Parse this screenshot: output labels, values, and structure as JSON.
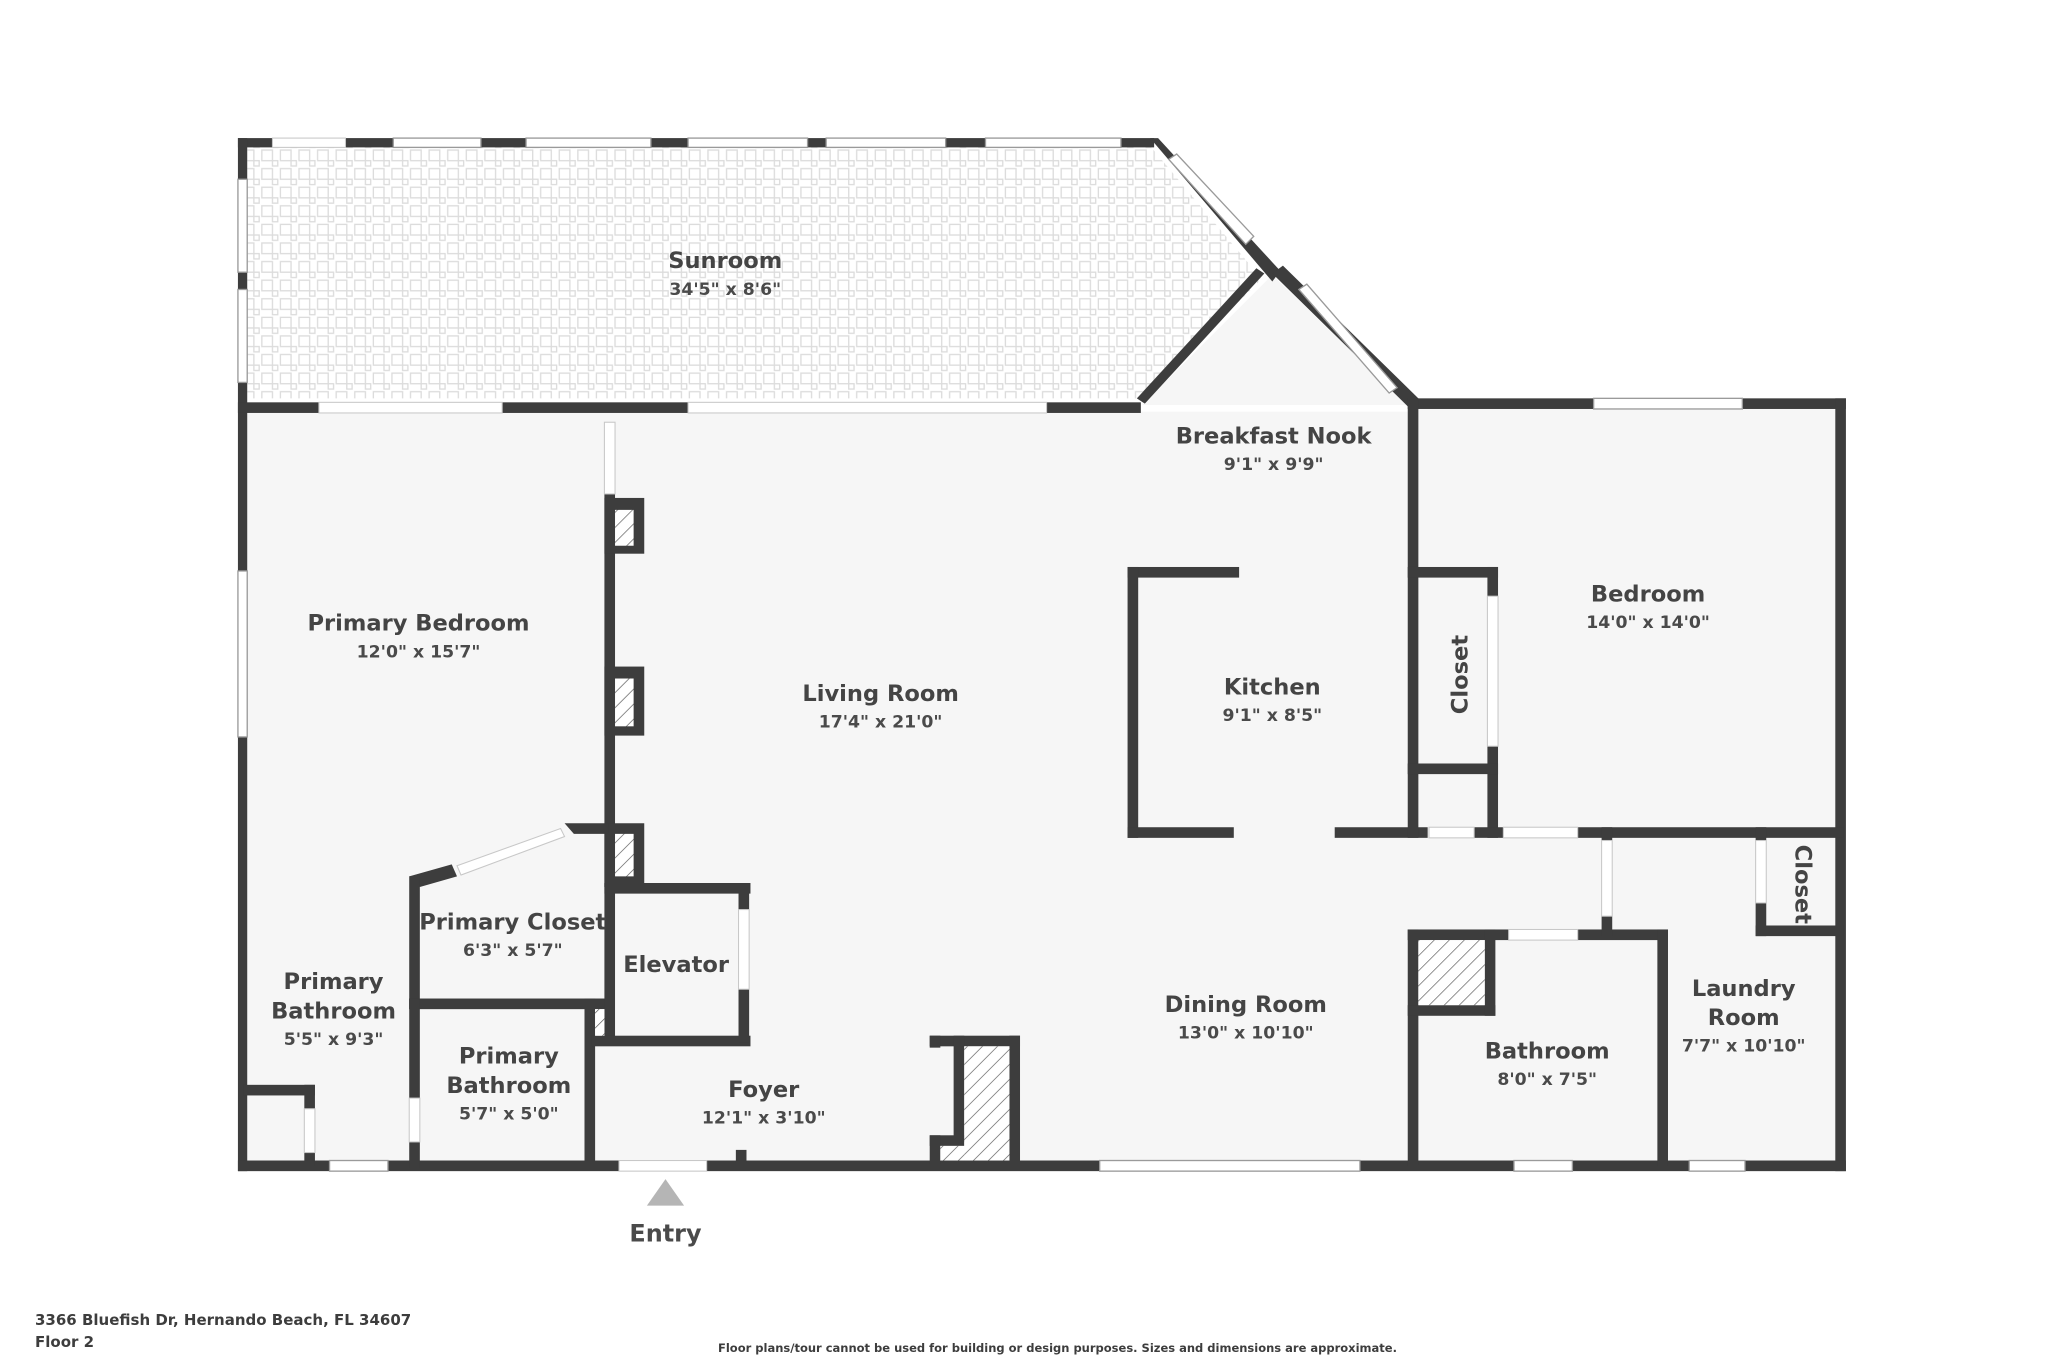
{
  "plan": {
    "floor_label": "Floor 2",
    "address": "3366 Bluefish Dr, Hernando Beach, FL 34607",
    "disclaimer": "Floor plans/tour cannot be used for building or design purposes. Sizes and dimensions are approximate.",
    "entry_label": "Entry",
    "colors": {
      "wall": "#3d3d3d",
      "floor": "#f6f6f6",
      "sunroom_tile": "#dcdcdc",
      "entry_arrow": "#b5b5b5",
      "text": "#444444"
    }
  },
  "rooms": {
    "sunroom": {
      "name": "Sunroom",
      "dims": "34'5\" x 8'6\""
    },
    "breakfast_nook": {
      "name": "Breakfast Nook",
      "dims": "9'1\" x 9'9\""
    },
    "primary_bedroom": {
      "name": "Primary Bedroom",
      "dims": "12'0\" x 15'7\""
    },
    "living_room": {
      "name": "Living Room",
      "dims": "17'4\" x 21'0\""
    },
    "kitchen": {
      "name": "Kitchen",
      "dims": "9'1\" x 8'5\""
    },
    "bedroom": {
      "name": "Bedroom",
      "dims": "14'0\" x 14'0\""
    },
    "bedroom_closet": {
      "name": "Closet"
    },
    "laundry_closet": {
      "name": "Closet"
    },
    "primary_closet": {
      "name": "Primary Closet",
      "dims": "6'3\" x 5'7\""
    },
    "elevator": {
      "name": "Elevator"
    },
    "primary_bathroom_1": {
      "name_line1": "Primary",
      "name_line2": "Bathroom",
      "dims": "5'5\" x 9'3\""
    },
    "primary_bathroom_2": {
      "name_line1": "Primary",
      "name_line2": "Bathroom",
      "dims": "5'7\" x 5'0\""
    },
    "foyer": {
      "name": "Foyer",
      "dims": "12'1\" x 3'10\""
    },
    "dining_room": {
      "name": "Dining Room",
      "dims": "13'0\" x 10'10\""
    },
    "bathroom": {
      "name": "Bathroom",
      "dims": "8'0\" x 7'5\""
    },
    "laundry_room": {
      "name_line1": "Laundry",
      "name_line2": "Room",
      "dims": "7'7\" x 10'10\""
    }
  }
}
